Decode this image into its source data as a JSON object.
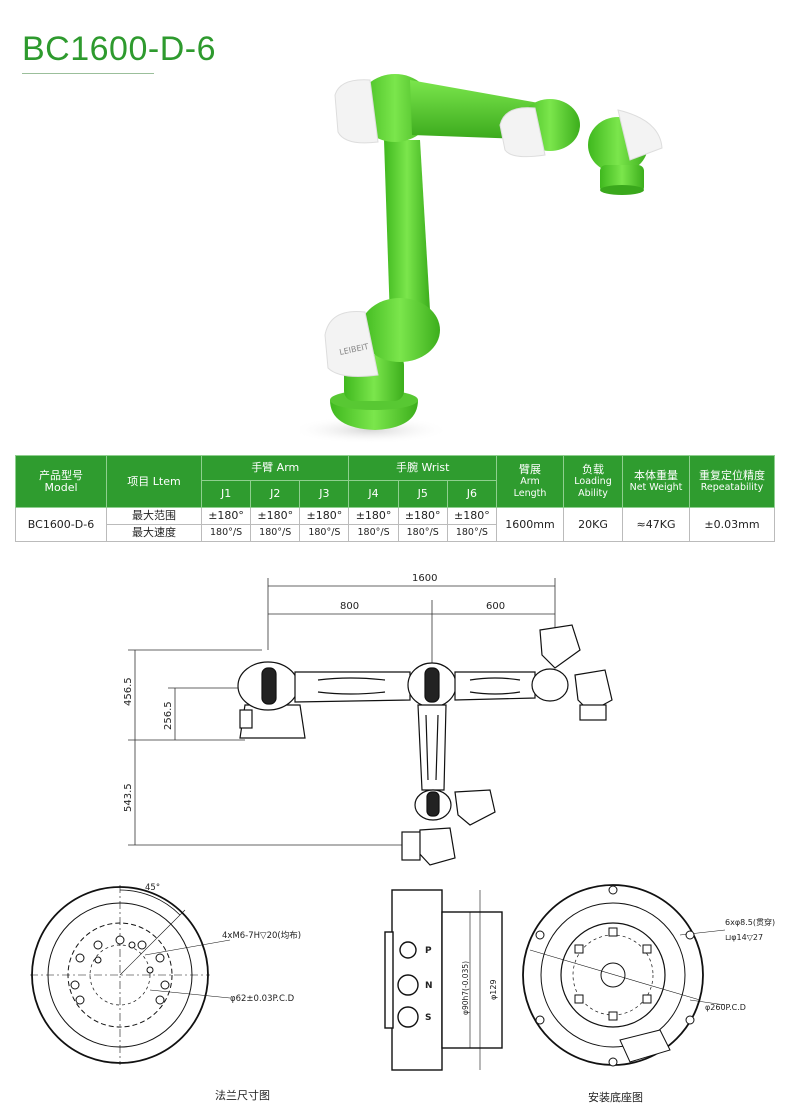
{
  "title": "BC1600-D-6",
  "table": {
    "h_model_cn": "产品型号",
    "h_model_en": "Model",
    "h_item": "项目 Ltem",
    "h_arm": "手臂 Arm",
    "h_wrist": "手腕 Wrist",
    "h_armlen_cn": "臂展",
    "h_armlen_en1": "Arm",
    "h_armlen_en2": "Length",
    "h_load_cn": "负载",
    "h_load_en1": "Loading",
    "h_load_en2": "Ability",
    "h_weight_cn": "本体重量",
    "h_weight_en": "Net Weight",
    "h_rep_cn": "重复定位精度",
    "h_rep_en": "Repeatability",
    "joints": [
      "J1",
      "J2",
      "J3",
      "J4",
      "J5",
      "J6"
    ],
    "model": "BC1600-D-6",
    "row_range": "最大范围",
    "row_speed": "最大速度",
    "ranges": [
      "±180°",
      "±180°",
      "±180°",
      "±180°",
      "±180°",
      "±180°"
    ],
    "speeds": [
      "180°/S",
      "180°/S",
      "180°/S",
      "180°/S",
      "180°/S",
      "180°/S"
    ],
    "arm_length": "1600mm",
    "load": "20KG",
    "weight": "≈47KG",
    "repeat": "±0.03mm"
  },
  "dims": {
    "total": "1600",
    "d1": "800",
    "d2": "600",
    "h1": "456.5",
    "h2": "256.5",
    "h3": "543.5",
    "angle": "45°",
    "flange_thread": "4xM6-7H▽20(均布)",
    "flange_pcd": "φ62±0.03P.C.D",
    "side_d1": "φ90h7(-0.035)",
    "side_d2": "φ129",
    "base_holes": "6xφ8.5(贯穿)",
    "base_cbore": "⊔φ14▽27",
    "base_pcd": "φ260P.C.D",
    "pns": [
      "P",
      "N",
      "S"
    ]
  },
  "captions": {
    "flange": "法兰尺寸图",
    "base": "安装底座图"
  },
  "logo_text": "LEIBEIT",
  "colors": {
    "brand_green": "#2e9a2e",
    "robot_green": "#5fd33a",
    "header_green": "#2f9c2f"
  }
}
